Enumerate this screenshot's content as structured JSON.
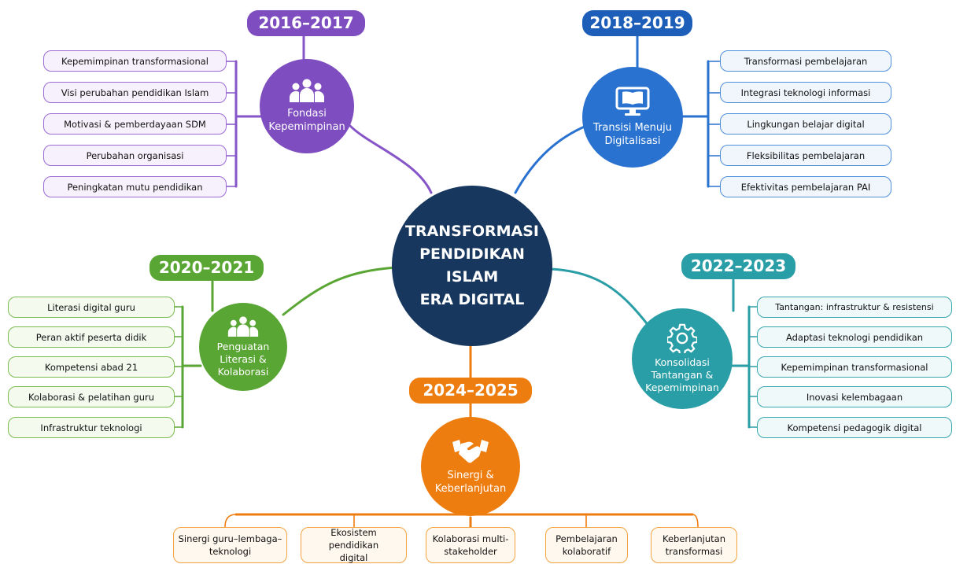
{
  "center": {
    "title_lines": [
      "TRANSFORMASI",
      "PENDIDIKAN ISLAM",
      "ERA DIGITAL"
    ]
  },
  "colors": {
    "purple": "#7e4dbf",
    "blue": "#2a72d0",
    "green": "#5aa634",
    "teal": "#2a9ea6",
    "orange": "#ee7d10",
    "navy": "#17375e"
  },
  "branches": [
    {
      "year": "2016–2017",
      "icon": "people-group-icon",
      "title_lines": [
        "Fondasi",
        "Kepemimpinan"
      ],
      "items": [
        "Kepemimpinan transformasional",
        "Visi perubahan pendidikan Islam",
        "Motivasi & pemberdayaan SDM",
        "Perubahan organisasi",
        "Peningkatan mutu pendidikan"
      ]
    },
    {
      "year": "2018–2019",
      "icon": "monitor-book-icon",
      "title_lines": [
        "Transisi Menuju",
        "Digitalisasi"
      ],
      "items": [
        "Transformasi pembelajaran",
        "Integrasi teknologi informasi",
        "Lingkungan belajar digital",
        "Fleksibilitas pembelajaran",
        "Efektivitas pembelajaran PAI"
      ]
    },
    {
      "year": "2020–2021",
      "icon": "people-group-icon",
      "title_lines": [
        "Penguatan",
        "Literasi &",
        "Kolaborasi"
      ],
      "items": [
        "Literasi digital guru",
        "Peran aktif peserta didik",
        "Kompetensi abad 21",
        "Kolaborasi & pelatihan guru",
        "Infrastruktur teknologi"
      ]
    },
    {
      "year": "2022–2023",
      "icon": "gear-icon",
      "title_lines": [
        "Konsolidasi",
        "Tantangan &",
        "Kepemimpinan"
      ],
      "items": [
        "Tantangan: infrastruktur & resistensi",
        "Adaptasi teknologi pendidikan",
        "Kepemimpinan transformasional",
        "Inovasi kelembagaan",
        "Kompetensi pedagogik digital"
      ]
    },
    {
      "year": "2024–2025",
      "icon": "handshake-icon",
      "title_lines": [
        "Sinergi &",
        "Keberlanjutan"
      ],
      "items": [
        [
          "Sinergi guru–lembaga–",
          "teknologi"
        ],
        [
          "Ekosistem pendidikan",
          "digital"
        ],
        [
          "Kolaborasi multi-",
          "stakeholder"
        ],
        [
          "Pembelajaran",
          "kolaboratif"
        ],
        [
          "Keberlanjutan",
          "transformasi"
        ]
      ]
    }
  ]
}
